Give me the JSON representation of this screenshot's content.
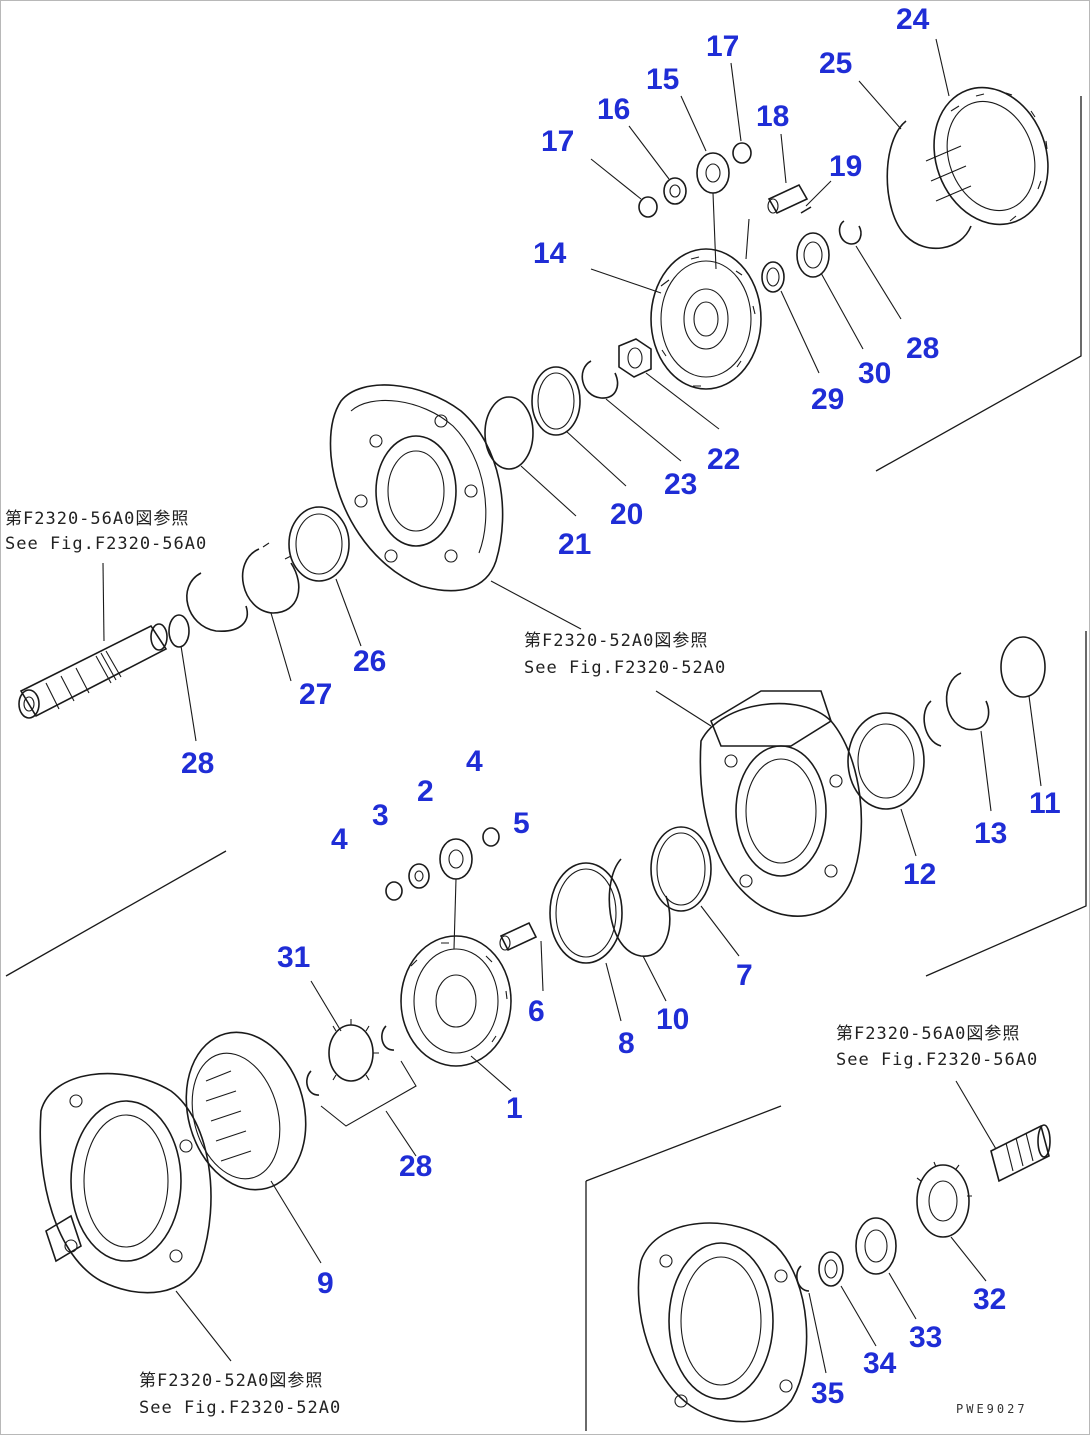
{
  "diagram": {
    "labels": {
      "p1": "1",
      "p2": "2",
      "p3": "3",
      "p4a": "4",
      "p4b": "4",
      "p5": "5",
      "p6": "6",
      "p7": "7",
      "p8": "8",
      "p9": "9",
      "p10": "10",
      "p11": "11",
      "p12": "12",
      "p13": "13",
      "p14": "14",
      "p15": "15",
      "p16": "16",
      "p17a": "17",
      "p17b": "17",
      "p18": "18",
      "p19": "19",
      "p20": "20",
      "p21": "21",
      "p22": "22",
      "p23": "23",
      "p24": "24",
      "p25": "25",
      "p26": "26",
      "p27": "27",
      "p28a": "28",
      "p28b": "28",
      "p28c": "28",
      "p29": "29",
      "p30": "30",
      "p31": "31",
      "p32": "32",
      "p33": "33",
      "p34": "34",
      "p35": "35"
    },
    "references": {
      "ref1_jp": "第F2320-56A0図参照",
      "ref1_en": "See Fig.F2320-56A0",
      "ref2_jp": "第F2320-52A0図参照",
      "ref2_en": "See Fig.F2320-52A0",
      "ref3_jp": "第F2320-56A0図参照",
      "ref3_en": "See Fig.F2320-56A0",
      "ref4_jp": "第F2320-52A0図参照",
      "ref4_en": "See Fig.F2320-52A0"
    },
    "drawing_code": "PWE9027",
    "colors": {
      "label": "#1f2dd6",
      "line": "#1a1a1a"
    }
  }
}
